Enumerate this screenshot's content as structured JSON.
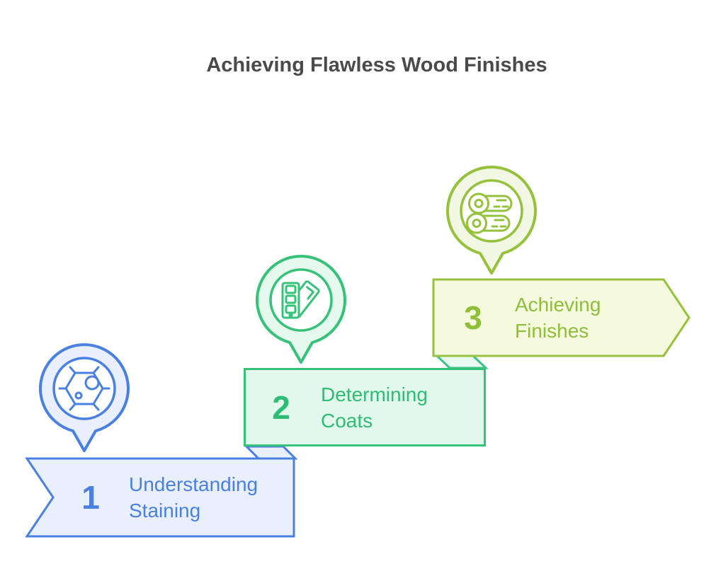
{
  "title": "Achieving Flawless Wood Finishes",
  "title_color": "#4a4a4a",
  "steps": [
    {
      "number": "1",
      "label": "Understanding Staining",
      "icon": "cell-structure-icon",
      "accent_color": "#4a80e0",
      "fill_color": "#e9effc"
    },
    {
      "number": "2",
      "label": "Determining Coats",
      "icon": "color-swatches-icon",
      "accent_color": "#36c279",
      "fill_color": "#e2f8ec"
    },
    {
      "number": "3",
      "label": "Achieving Finishes",
      "icon": "wood-logs-icon",
      "accent_color": "#95c13c",
      "fill_color": "#f5fade"
    }
  ],
  "connectors": [
    {
      "from_step": "2",
      "to_step": "1",
      "stroke": "#4a80e0",
      "fill": "#e9effc"
    },
    {
      "from_step": "3",
      "to_step": "2",
      "stroke": "#3cc488",
      "fill": "#e9fbf2"
    }
  ]
}
